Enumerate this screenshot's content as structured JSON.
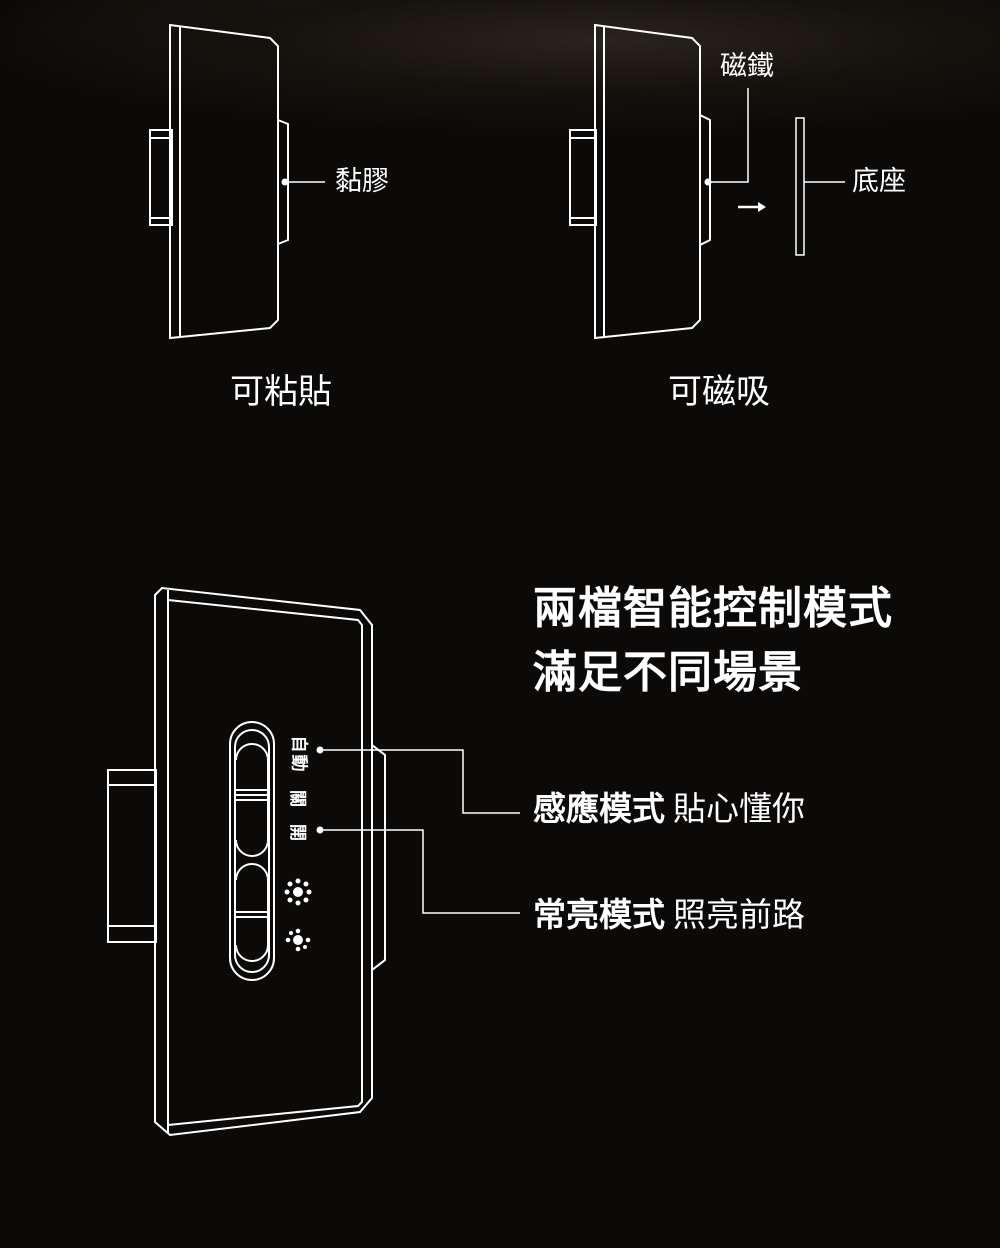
{
  "top_left": {
    "adhesive_label": "黏膠",
    "caption": "可粘貼"
  },
  "top_right": {
    "magnet_label": "磁鐵",
    "base_label": "底座",
    "caption": "可磁吸"
  },
  "headline": {
    "line1": "兩檔智能控制模式",
    "line2": "滿足不同場景"
  },
  "switch_labels": {
    "auto": "自動",
    "off": "關",
    "on": "開"
  },
  "modes": [
    {
      "name": "感應模式",
      "desc": "貼心懂你"
    },
    {
      "name": "常亮模式",
      "desc": "照亮前路"
    }
  ]
}
